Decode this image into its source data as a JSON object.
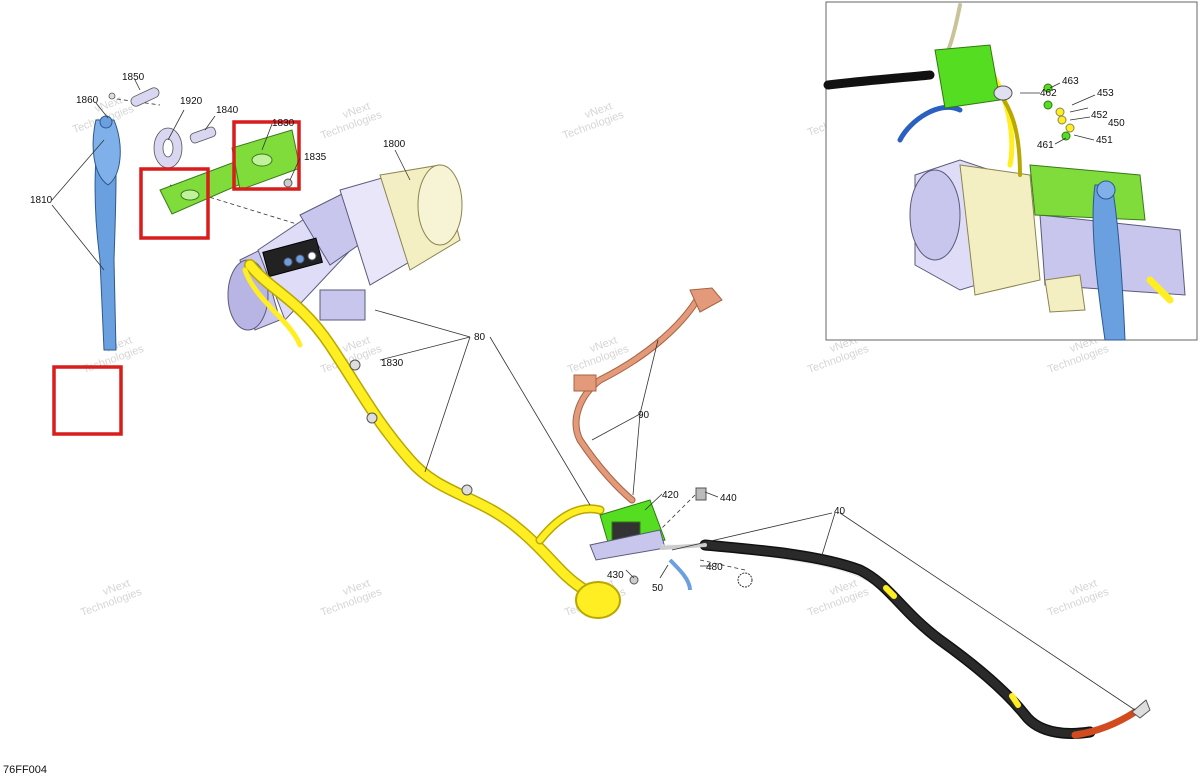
{
  "diagram_id": "76FF004",
  "colors": {
    "harness_yellow": "#ffee22",
    "harness_yellow_dark": "#b8a800",
    "cable_copper": "#e39a7a",
    "cable_black": "#2a2a2a",
    "end_red": "#d24b1f",
    "relay_green": "#55dd22",
    "part_lavender": "#c9c6ee",
    "part_cream": "#f3efc2",
    "fairlead_green": "#7fdc3a",
    "strap_blue": "#6aa0e0",
    "highlight_red": "#d91c1c",
    "inset_border": "#666666"
  },
  "watermark": {
    "line1": "vNext",
    "line2": "Technologies"
  },
  "callouts": {
    "p1850": "1850",
    "p1860": "1860",
    "p1920": "1920",
    "p1840": "1840",
    "p1830": "1830",
    "p1835": "1835",
    "p1800": "1800",
    "p1810": "1810",
    "p80": "80",
    "p90": "90",
    "p420": "420",
    "p440": "440",
    "p430": "430",
    "p480": "480",
    "p50": "50",
    "p40": "40",
    "p463": "463",
    "p462": "462",
    "p453": "453",
    "p450": "450",
    "p452": "452",
    "p451": "451",
    "p461": "461"
  }
}
